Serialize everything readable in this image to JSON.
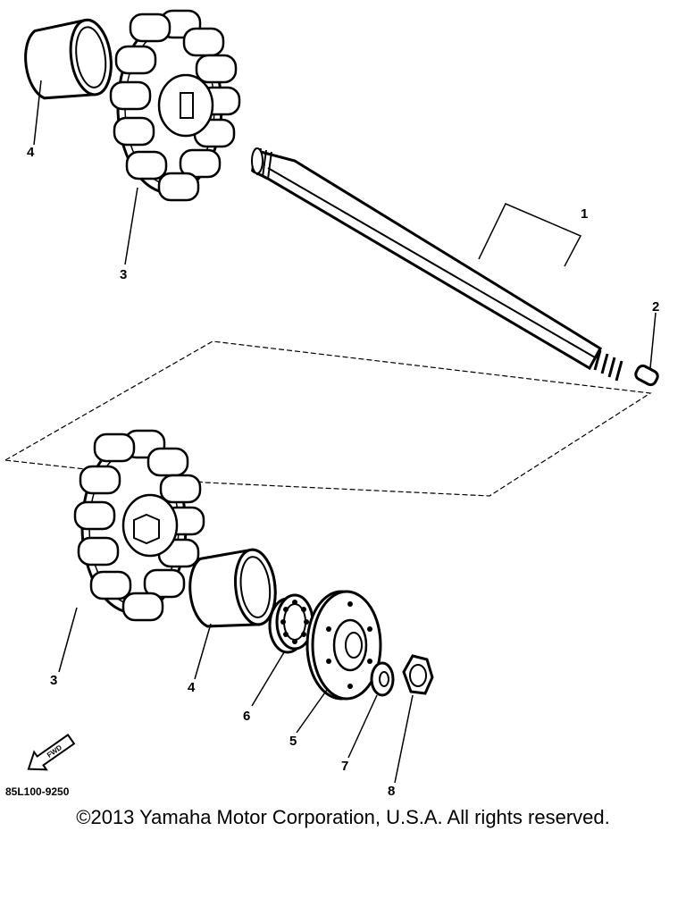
{
  "callouts": {
    "c1": "1",
    "c2": "2",
    "c3_top": "3",
    "c4_top": "4",
    "c3_bottom": "3",
    "c4_bottom": "4",
    "c5": "5",
    "c6": "6",
    "c7": "7",
    "c8": "8"
  },
  "fwd_label": "FWD",
  "diagram_code": "85L100-9250",
  "copyright": "©2013 Yamaha Motor Corporation, U.S.A. All rights reserved."
}
